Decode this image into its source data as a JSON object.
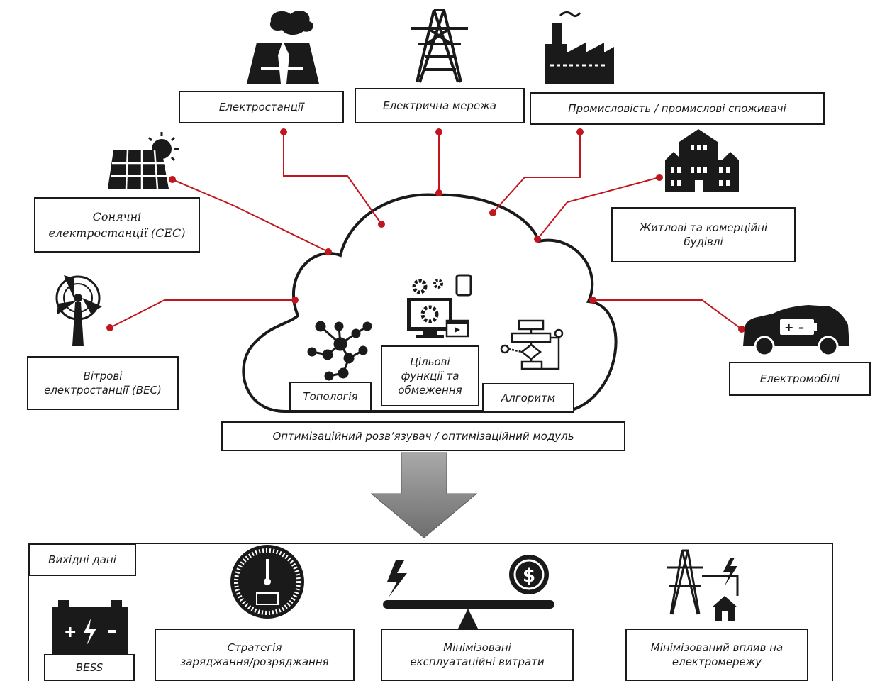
{
  "sources": {
    "power_plants": "Електростанції",
    "grid": "Електрична мережа",
    "industry": "Промисловість / промислові споживачі",
    "solar": "Сонячні\nелектростанції (СЕС)",
    "buildings": "Житлові та комерційні\nбудівлі",
    "wind": "Вітрові\nелектростанції (ВЕС)",
    "ev": "Електромобілі"
  },
  "cloud": {
    "topology": "Топологія",
    "objectives": "Цільові\nфункції та\nобмеження",
    "algorithm": "Алгоритм",
    "solver": "Оптимізаційний розв’язувач / оптимізаційний модуль"
  },
  "outputs": {
    "title": "Вихідні дані",
    "bess": "BESS",
    "strategy": "Стратегія\nзаряджання/розряджання",
    "costs": "Мінімізовані\nексплуатаційні витрати",
    "grid_impact": "Мінімізований вплив на\nелектромережу"
  },
  "colors": {
    "connector": "#c0161e",
    "icon": "#1a1a1a",
    "arrow": "#8a8a8a"
  }
}
